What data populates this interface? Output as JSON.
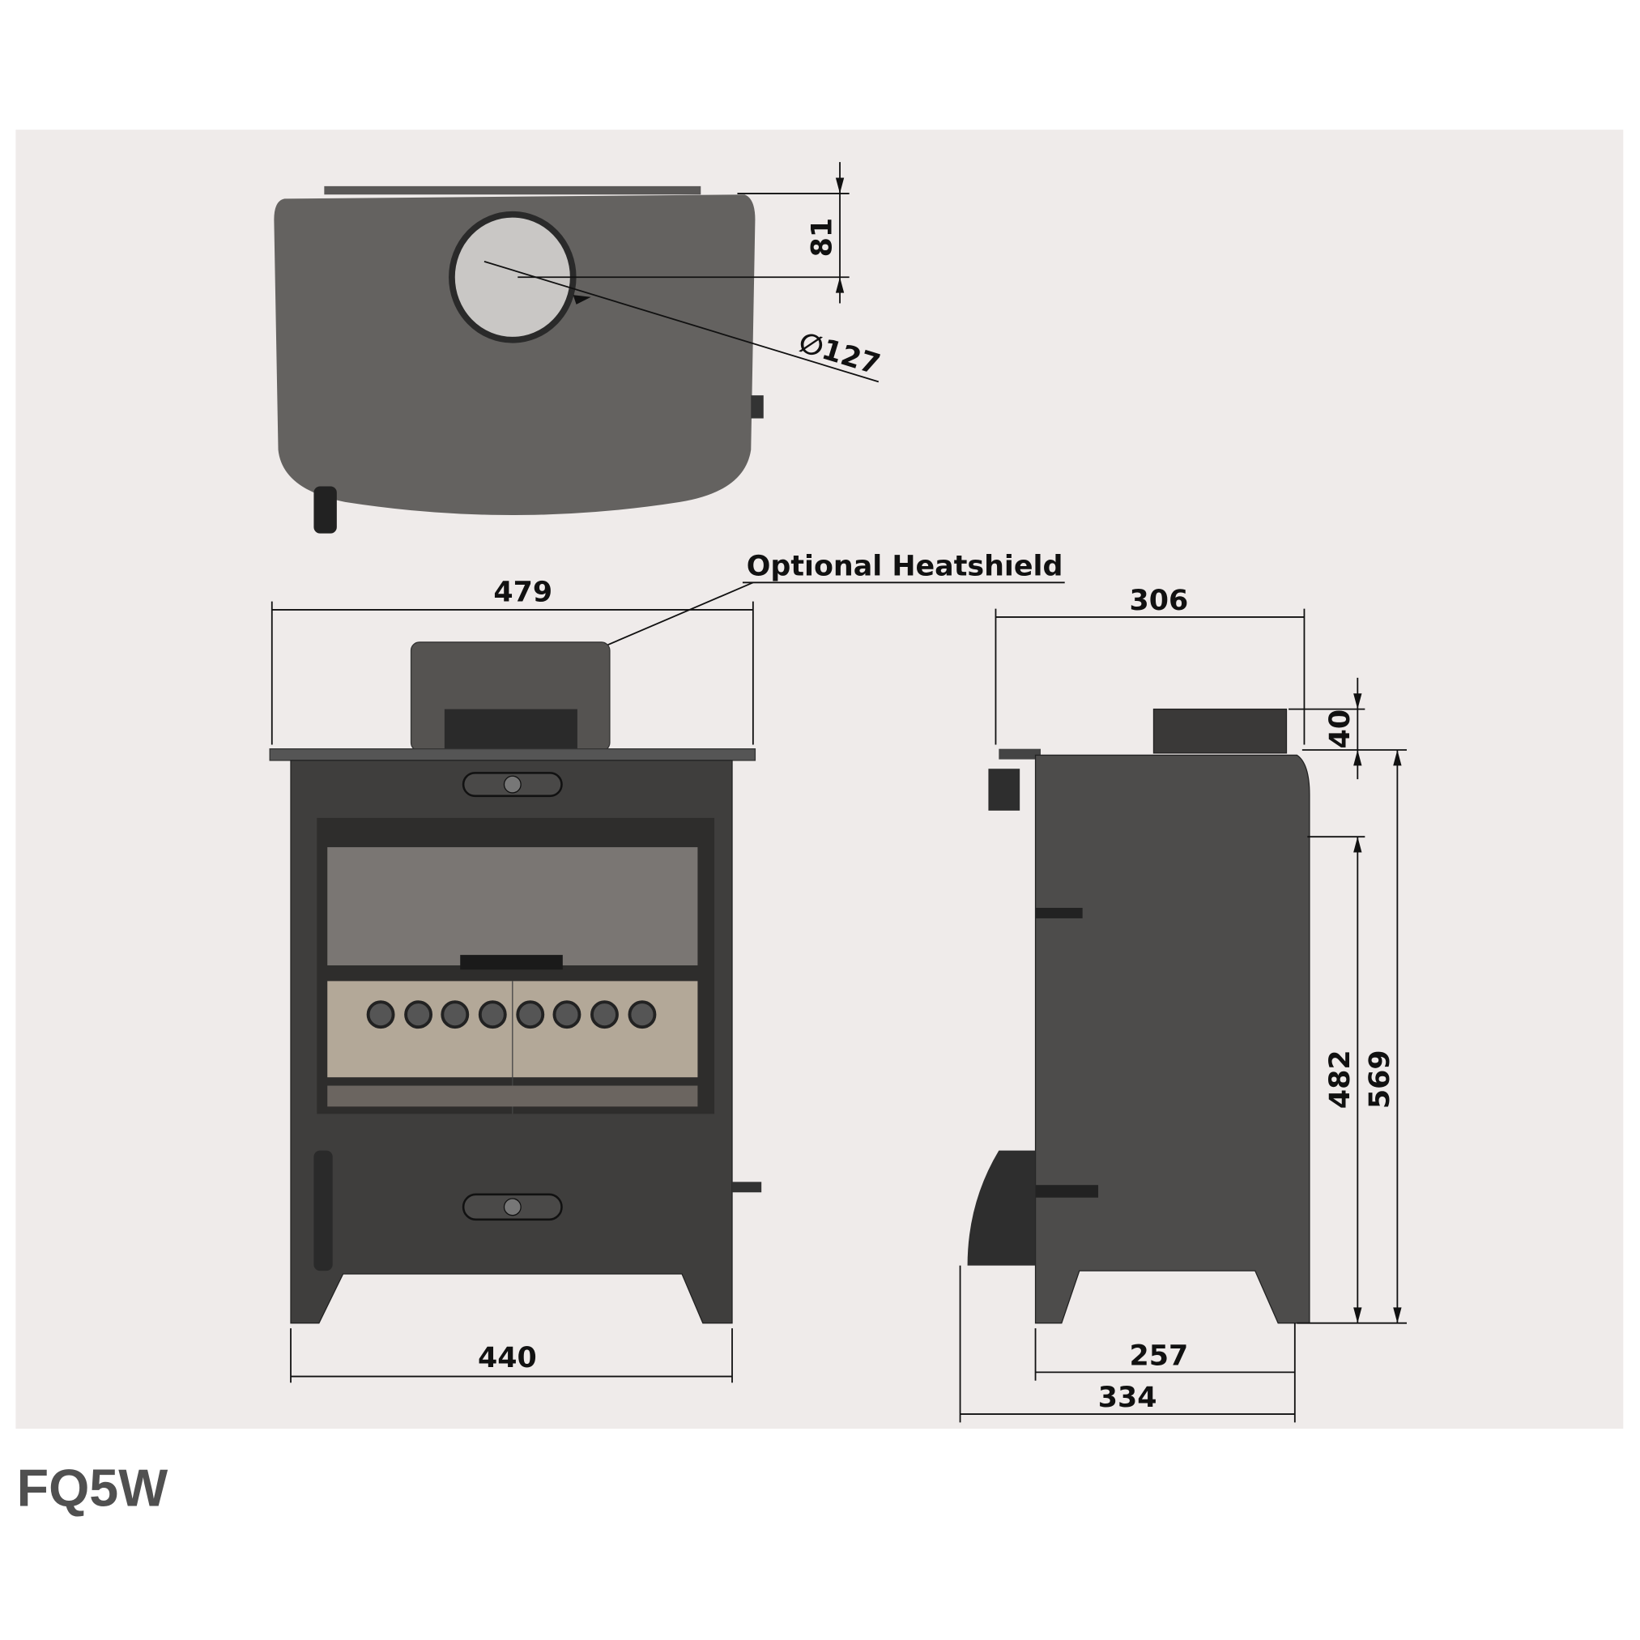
{
  "model": "FQ5W",
  "annotation": "Optional Heatshield",
  "dimensions": {
    "top_flue_offset": "81",
    "flue_diameter": "∅127",
    "front_overall_width": "479",
    "front_body_width": "440",
    "side_top_depth": "306",
    "flue_height": "40",
    "side_body_height": "482",
    "overall_height": "569",
    "side_base_depth": "257",
    "overall_depth": "334"
  },
  "colors": {
    "panel": "#efebea",
    "stove": "#646260",
    "stove_dark": "#3c3b3a",
    "glass": "#7a7673",
    "firebrick": "#b3a898"
  }
}
